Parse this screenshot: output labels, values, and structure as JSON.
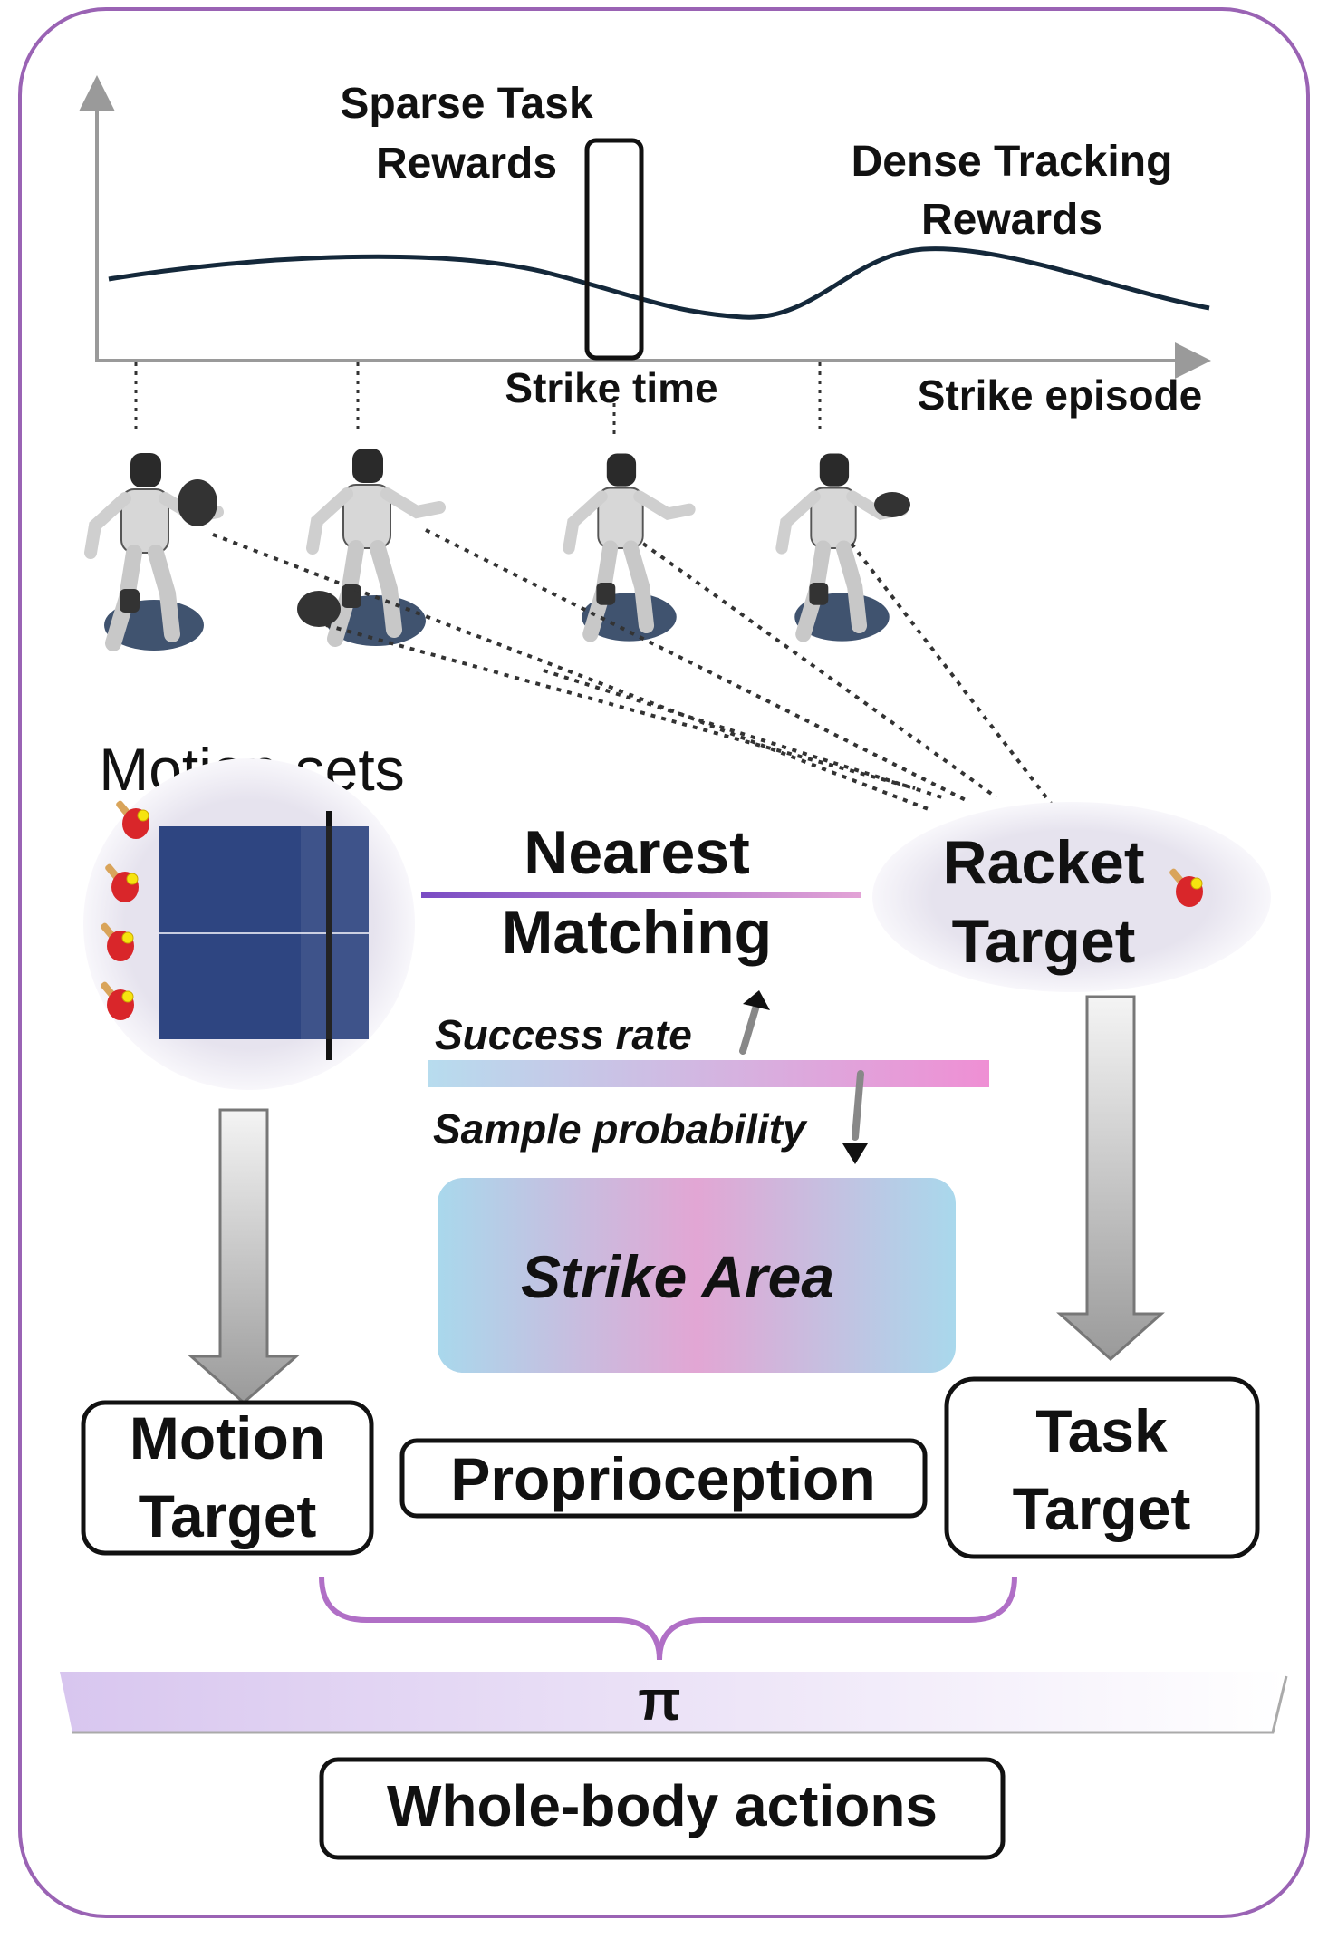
{
  "reward_plot": {
    "sparse_label_line1": "Sparse Task",
    "sparse_label_line2": "Rewards",
    "dense_label_line1": "Dense Tracking",
    "dense_label_line2": "Rewards",
    "strike_time_label": "Strike time",
    "x_axis_label": "Strike episode"
  },
  "motion_sets": {
    "title": "Motion sets"
  },
  "matching": {
    "line1": "Nearest",
    "line2": "Matching"
  },
  "racket_target": {
    "line1": "Racket",
    "line2": "Target"
  },
  "sampling": {
    "success_rate": "Success rate",
    "sample_probability": "Sample probability",
    "strike_area": "Strike Area"
  },
  "inputs": {
    "motion_target_line1": "Motion",
    "motion_target_line2": "Target",
    "proprioception": "Proprioception",
    "task_target_line1": "Task",
    "task_target_line2": "Target"
  },
  "policy": {
    "symbol": "π"
  },
  "output": {
    "label": "Whole-body actions"
  },
  "colors": {
    "frame": "#9a63b4",
    "curve": "#14283a",
    "table": "#2e4581",
    "racket": "#d9262a",
    "brace": "#b06fc6"
  }
}
